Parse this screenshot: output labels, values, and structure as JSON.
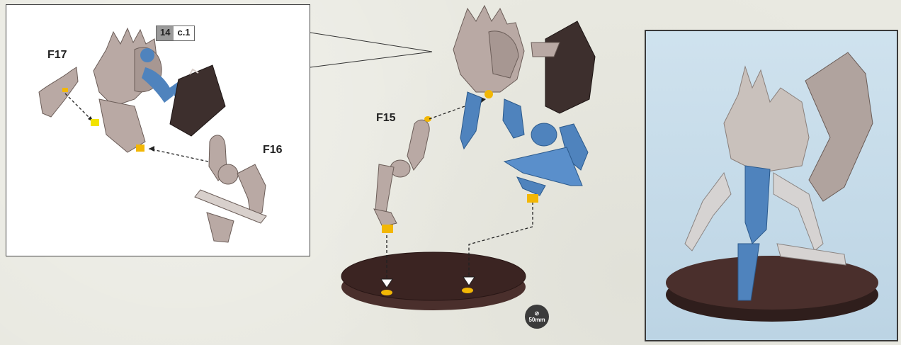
{
  "step": {
    "number": "14",
    "sub": "c.1"
  },
  "parts": {
    "f17": "F17",
    "f16": "F16",
    "f15": "F15"
  },
  "base": {
    "size_label": "50mm",
    "icon": "base-size-icon"
  },
  "colors": {
    "bone": "#b9a9a4",
    "blue": "#4f83bd",
    "base": "#3b2422",
    "peg": "#f2b705"
  }
}
